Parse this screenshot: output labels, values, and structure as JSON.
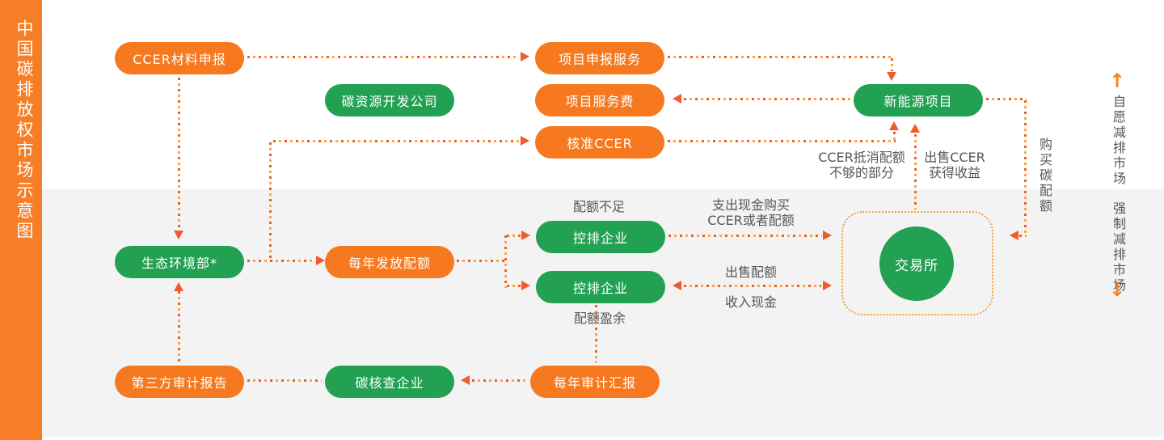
{
  "sidebar": {
    "title": "中国碳排放权市场示意图"
  },
  "markets": {
    "voluntary": "自愿减排市场",
    "mandatory": "强制减排市场",
    "up_arrow": "↑",
    "down_arrow": "↓"
  },
  "pills": [
    {
      "label": "CCER材料申报",
      "color": "orange"
    },
    {
      "label": "项目申报服务",
      "color": "orange"
    },
    {
      "label": "碳资源开发公司",
      "color": "green"
    },
    {
      "label": "项目服务费",
      "color": "orange"
    },
    {
      "label": "新能源项目",
      "color": "green"
    },
    {
      "label": "核准CCER",
      "color": "orange"
    },
    {
      "label": "控排企业",
      "color": "green"
    },
    {
      "label": "生态环境部*",
      "color": "green"
    },
    {
      "label": "每年发放配额",
      "color": "orange"
    },
    {
      "label": "控排企业",
      "color": "green"
    },
    {
      "label": "第三方审计报告",
      "color": "orange"
    },
    {
      "label": "碳核查企业",
      "color": "green"
    },
    {
      "label": "每年审计汇报",
      "color": "orange"
    }
  ],
  "exchange": {
    "label": "交易所"
  },
  "flow_labels": {
    "quota_shortage": "配额不足",
    "quota_surplus": "配额盈余",
    "pay_cash": "支出现金购买\nCCER或者配额",
    "sell_quota": "出售配额",
    "receive_cash": "收入现金",
    "ccer_offset": "CCER抵消配额\n不够的部分",
    "sell_ccer": "出售CCER\n获得收益",
    "buy_quota": "购买碳配额"
  },
  "colors": {
    "orange": "#f6791f",
    "green": "#23a152",
    "sidebar_orange": "#f57e27",
    "arrow_red": "#f15b2b",
    "dot_yellow": "#f9a83a",
    "section_gray": "#f3f3f4",
    "label_text": "#54575a"
  }
}
